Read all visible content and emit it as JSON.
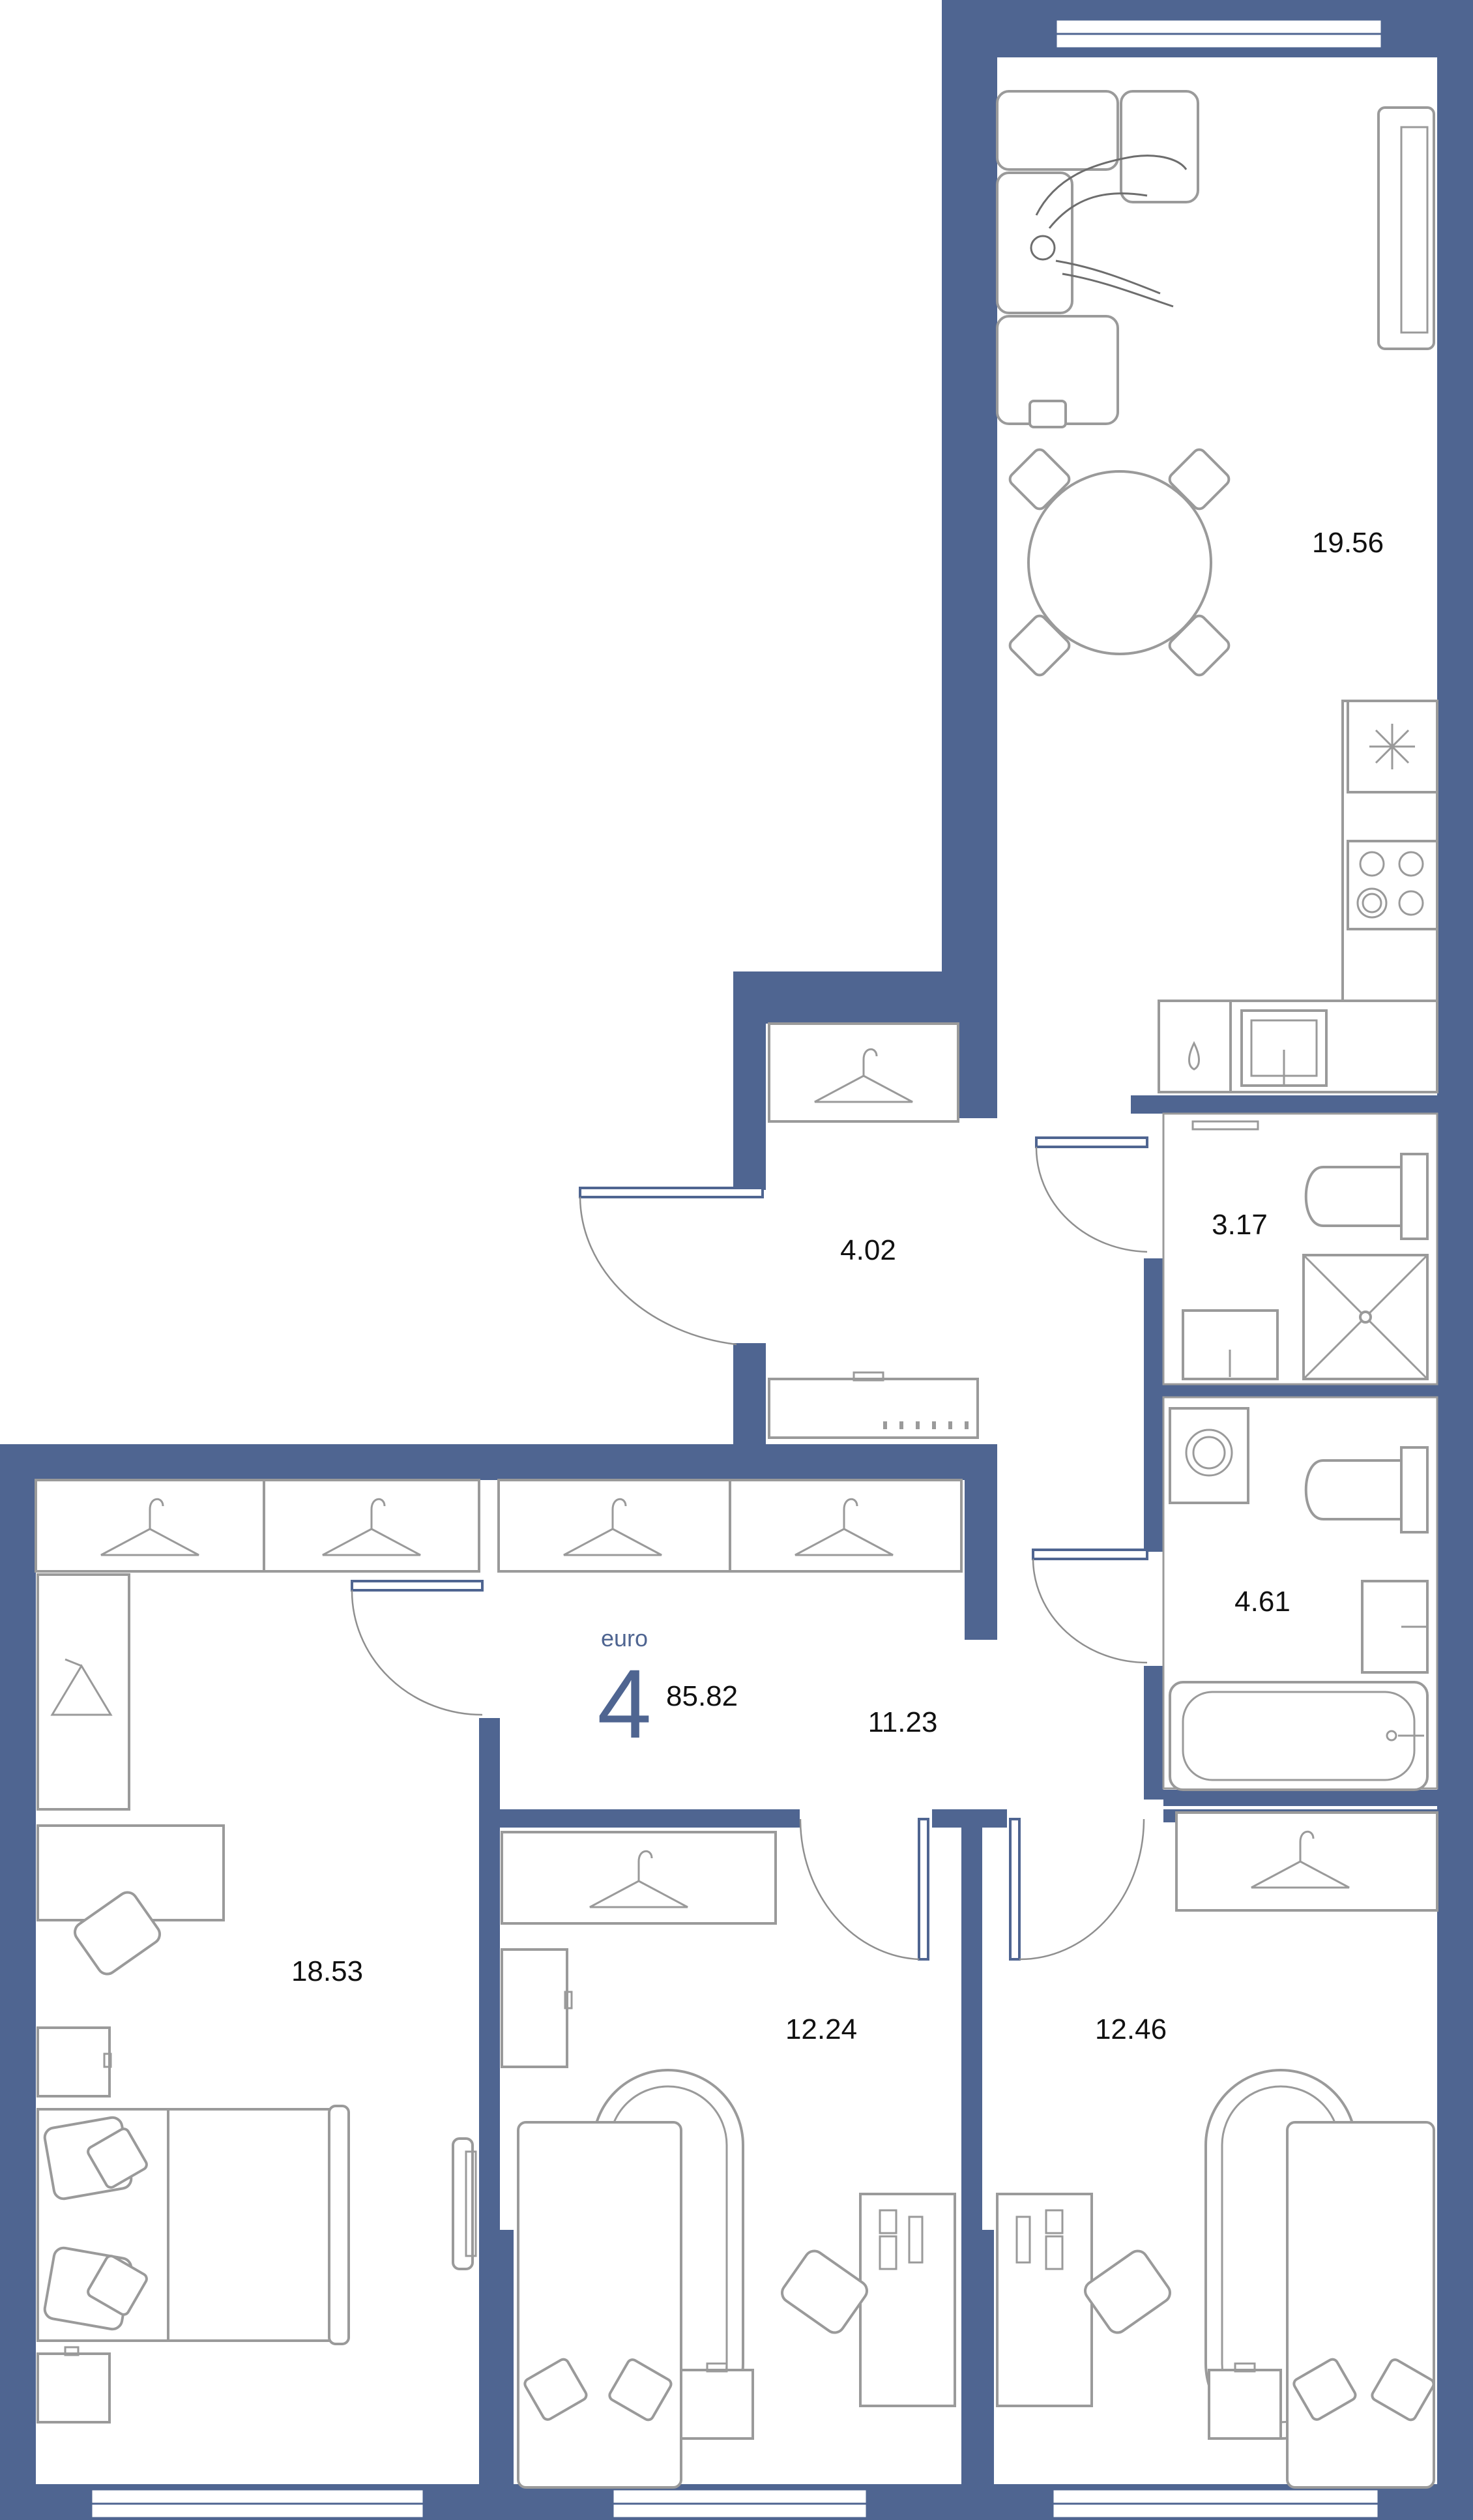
{
  "plan": {
    "badge": {
      "type_label": "euro",
      "rooms_count": "4",
      "total_area": "85.82"
    },
    "rooms": [
      {
        "id": "living-kitchen",
        "area": "19.56"
      },
      {
        "id": "entry-hall",
        "area": "4.02"
      },
      {
        "id": "wc",
        "area": "3.17"
      },
      {
        "id": "bathroom",
        "area": "4.61"
      },
      {
        "id": "corridor",
        "area": "11.23"
      },
      {
        "id": "master-bedroom",
        "area": "18.53"
      },
      {
        "id": "bedroom-middle",
        "area": "12.24"
      },
      {
        "id": "bedroom-right",
        "area": "12.46"
      }
    ],
    "colors": {
      "walls": "#4f6591",
      "furniture": "#9a9a9a",
      "text": "#111111",
      "badge": "#4f6591"
    }
  }
}
